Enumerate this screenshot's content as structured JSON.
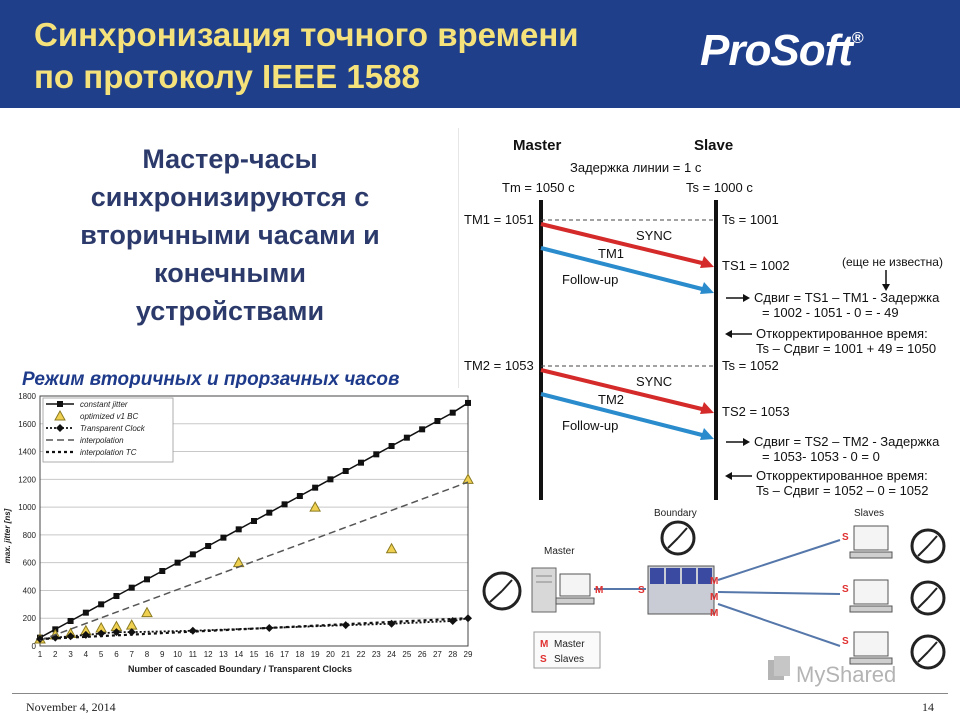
{
  "header": {
    "title_line1": "Синхронизация точного времени",
    "title_line2": "по протоколу IEEE 1588",
    "logo_text": "ProSoft",
    "logo_mark": "®"
  },
  "subtitle_lines": [
    "Мастер-часы",
    "синхронизируются с",
    "вторичными часами и",
    "конечными",
    "устройствами"
  ],
  "mode_heading": "Режим вторичных и прорзачных часов",
  "sequence": {
    "master_label": "Master",
    "slave_label": "Slave",
    "delay_note": "Задержка линии = 1 с",
    "tm_init": "Tm = 1050 с",
    "ts_init": "Ts = 1000 с",
    "round1": {
      "tm": "TM1 = 1051",
      "ts": "Ts = 1001",
      "sync": "SYNC",
      "msg": "TM1",
      "followup": "Follow-up",
      "ts_recv": "TS1 = 1002",
      "unknown": "(еще не известна)",
      "offset1": "Сдвиг = TS1 – TM1 - Задержка",
      "offset2": "= 1002 - 1051 - 0 = - 49",
      "corr1": "Откорректированное время:",
      "corr2": "Ts – Сдвиг = 1001 + 49 = 1050"
    },
    "round2": {
      "tm": "TM2 = 1053",
      "ts": "Ts = 1052",
      "sync": "SYNC",
      "msg": "TM2",
      "followup": "Follow-up",
      "ts_recv": "TS2 = 1053",
      "offset1": "Сдвиг = TS2 – TM2 - Задержка",
      "offset2": "= 1053- 1053 - 0 = 0",
      "corr1": "Откорректированное время:",
      "corr2": "Ts – Сдвиг = 1052 – 0 = 1052"
    },
    "colors": {
      "sync": "#d42a2a",
      "followup": "#2a8ccc",
      "line": "#111111"
    }
  },
  "chart_data": {
    "type": "line",
    "xlabel": "Number of cascaded Boundary / Transparent Clocks",
    "ylabel": "max. jitter [ns]",
    "x_ticks": [
      1,
      2,
      3,
      4,
      5,
      6,
      7,
      8,
      9,
      10,
      11,
      12,
      13,
      14,
      15,
      16,
      17,
      18,
      19,
      20,
      21,
      22,
      23,
      24,
      25,
      26,
      27,
      28,
      29
    ],
    "ylim": [
      0,
      1800
    ],
    "y_ticks": [
      0,
      200,
      400,
      600,
      800,
      1000,
      1200,
      1400,
      1600,
      1800
    ],
    "grid": true,
    "legend_position": "top-left",
    "series": [
      {
        "name": "constant jitter",
        "style": "solid-square",
        "x": [
          1,
          2,
          3,
          4,
          5,
          6,
          7,
          8,
          9,
          10,
          11,
          12,
          13,
          14,
          15,
          16,
          17,
          18,
          19,
          20,
          21,
          22,
          23,
          24,
          25,
          26,
          27,
          28,
          29
        ],
        "values": [
          60,
          120,
          180,
          240,
          300,
          360,
          420,
          480,
          540,
          600,
          660,
          720,
          780,
          840,
          900,
          960,
          1020,
          1080,
          1140,
          1200,
          1260,
          1320,
          1380,
          1440,
          1500,
          1560,
          1620,
          1680,
          1750
        ]
      },
      {
        "name": "optimized v1 BC",
        "style": "triangle",
        "x": [
          1,
          2,
          3,
          4,
          5,
          6,
          7,
          8,
          14,
          19,
          24,
          29
        ],
        "values": [
          50,
          80,
          90,
          110,
          130,
          140,
          150,
          240,
          600,
          1000,
          700,
          1200
        ]
      },
      {
        "name": "Transparent Clock",
        "style": "solid-diamond",
        "x": [
          1,
          2,
          3,
          4,
          5,
          6,
          7,
          11,
          16,
          21,
          24,
          28,
          29
        ],
        "values": [
          50,
          60,
          70,
          80,
          90,
          100,
          100,
          110,
          130,
          150,
          160,
          180,
          200
        ]
      },
      {
        "name": "interpolation",
        "style": "dashed",
        "x": [
          1,
          29
        ],
        "values": [
          40,
          1180
        ]
      },
      {
        "name": "interpolation TC",
        "style": "dotted",
        "x": [
          1,
          29
        ],
        "values": [
          50,
          200
        ]
      }
    ]
  },
  "network": {
    "boundary_label": "Boundary",
    "master_label": "Master",
    "slaves_label": "Slaves",
    "port_m": "M",
    "port_s": "S",
    "legend_m": "M",
    "legend_m_text": "Master",
    "legend_s": "S",
    "legend_s_text": "Slaves",
    "port_color": "#e03030",
    "link_color": "#5577aa"
  },
  "watermark": "MyShared",
  "footer": {
    "date": "November 4, 2014",
    "page": "14"
  }
}
